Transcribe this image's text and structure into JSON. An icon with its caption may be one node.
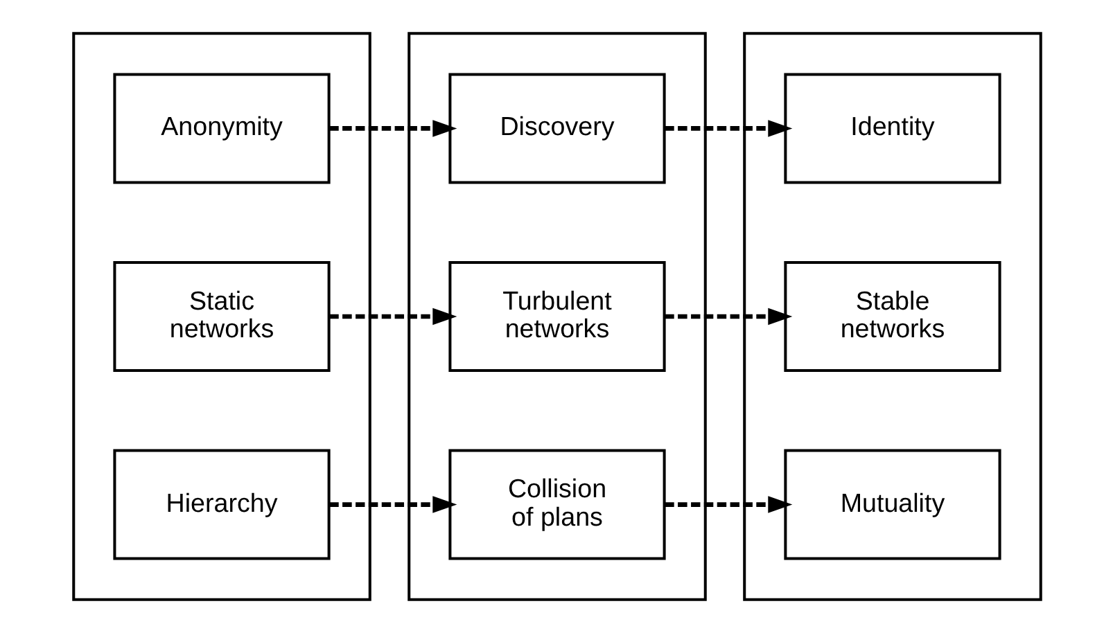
{
  "diagram": {
    "nodes": [
      {
        "text": [],
        "shape": "box"
      },
      {
        "text": [
          "Hierarchy"
        ],
        "in": 0
      },
      {
        "text": [
          "Static networks"
        ],
        "in": 0
      },
      {
        "text": [
          "Anonymity"
        ],
        "in": 0
      },
      {
        "text": [],
        "shape": "box"
      },
      {
        "text": [
          "Collision of plans"
        ],
        "in": 4
      },
      {
        "text": [
          "Turbulent networks"
        ],
        "in": 4
      },
      {
        "text": [
          "Discovery"
        ],
        "in": 4
      },
      {
        "text": [],
        "shape": "box"
      },
      {
        "text": [
          "Mutuality"
        ],
        "in": 8
      },
      {
        "text": [
          "Stable networks"
        ],
        "in": 8
      },
      {
        "text": [
          "Identity"
        ],
        "in": 8
      }
    ],
    "edges": [
      {
        "from": 1,
        "to": 5,
        "arrow": "to",
        "style": "dashed"
      },
      {
        "from": 2,
        "to": 6,
        "arrow": "to",
        "style": "dashed"
      },
      {
        "from": 3,
        "to": 7,
        "arrow": "to",
        "style": "dashed"
      },
      {
        "from": 5,
        "to": 9,
        "arrow": "to",
        "style": "dashed"
      },
      {
        "from": 6,
        "to": 10,
        "arrow": "to",
        "style": "dashed"
      },
      {
        "from": 7,
        "to": 11,
        "arrow": "to",
        "style": "dashed"
      }
    ]
  }
}
